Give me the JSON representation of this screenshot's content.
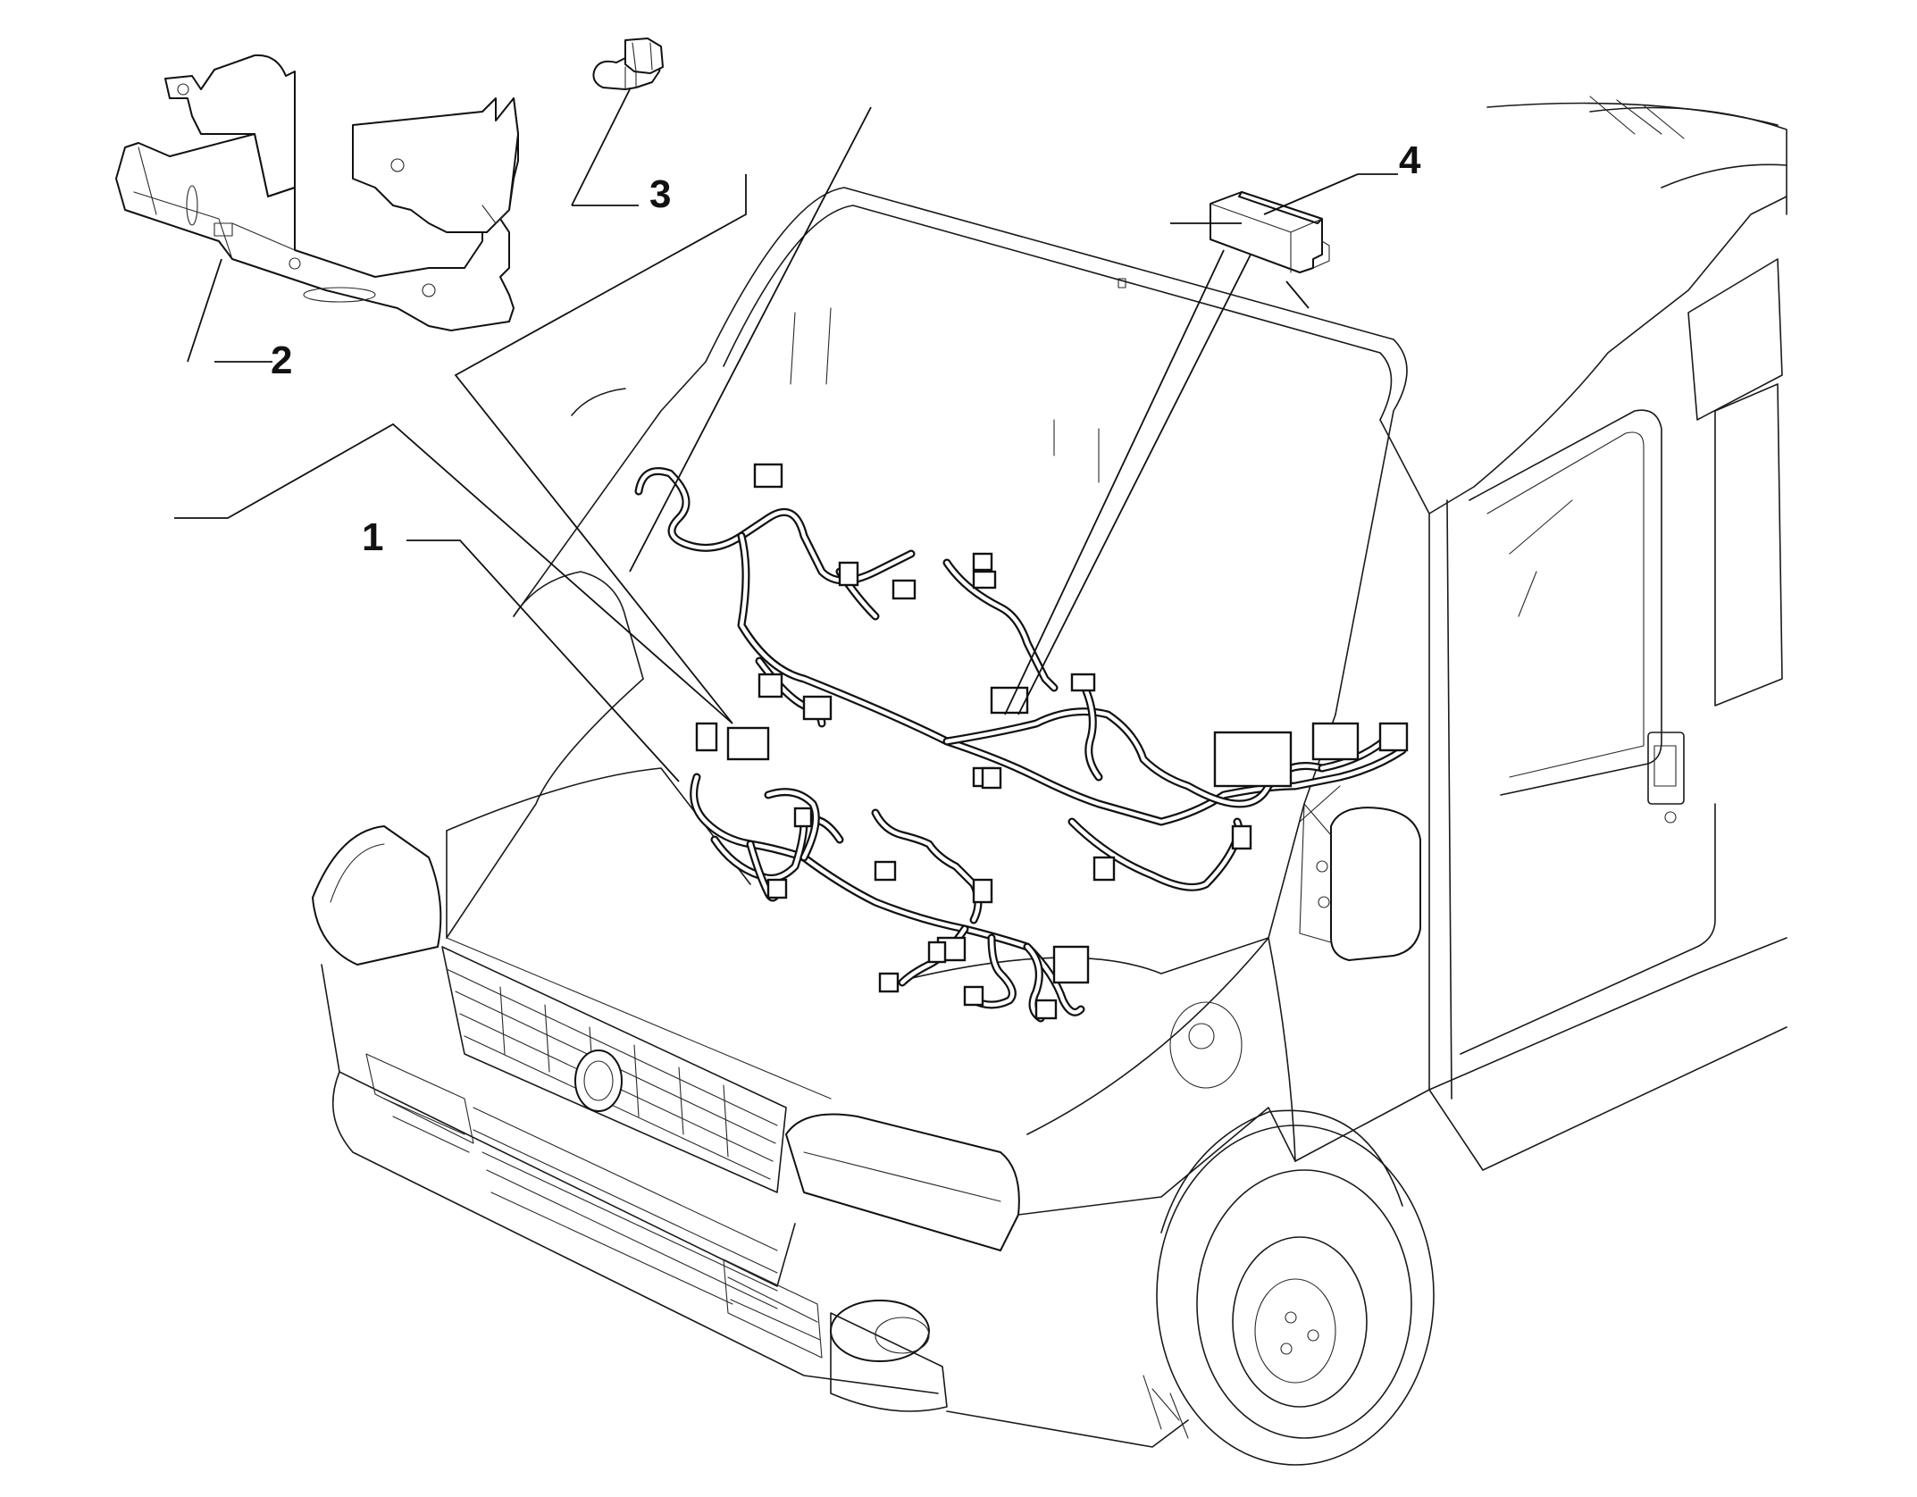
{
  "callouts": [
    {
      "id": "1",
      "label": "1",
      "part": "wiring-harness"
    },
    {
      "id": "2",
      "label": "2",
      "part": "bracket"
    },
    {
      "id": "3",
      "label": "3",
      "part": "bolt"
    },
    {
      "id": "4",
      "label": "4",
      "part": "fuse-box-cover"
    }
  ]
}
